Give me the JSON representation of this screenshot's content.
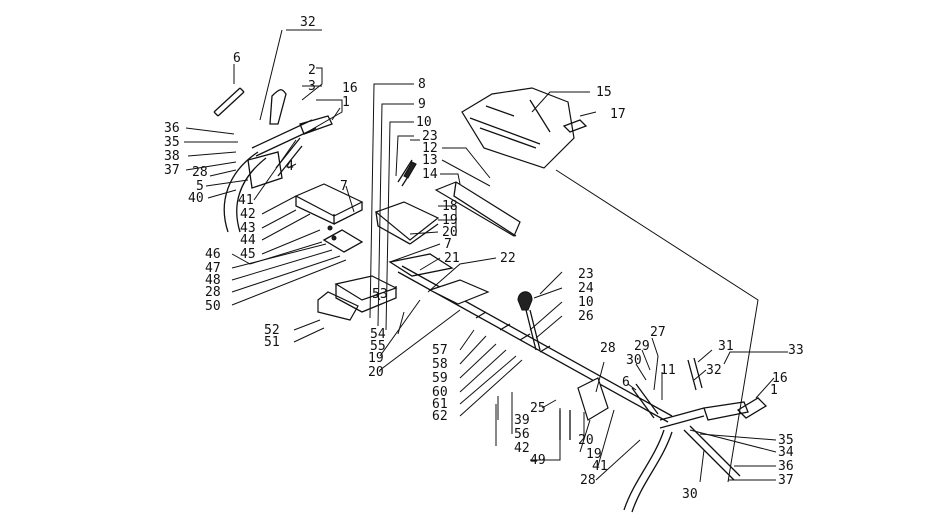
{
  "labels": {
    "l6a": "6",
    "l32a": "32",
    "l2a": "2",
    "l3a": "3",
    "l16a": "16",
    "l1a": "1",
    "l36a": "36",
    "l35a": "35",
    "l38a": "38",
    "l37a": "37",
    "l28a": "28",
    "l5a": "5",
    "l40a": "40",
    "l41a": "41",
    "l4a": "4",
    "l7a": "7",
    "l42a": "42",
    "l43a": "43",
    "l44a": "44",
    "l45a": "45",
    "l46a": "46",
    "l47a": "47",
    "l48a": "48",
    "l28b": "28",
    "l50a": "50",
    "l8a": "8",
    "l9a": "9",
    "l10a": "10",
    "l23a": "23",
    "l12a": "12",
    "l13a": "13",
    "l14a": "14",
    "l18a": "18",
    "l19a": "19",
    "l20a": "20",
    "l7b": "7",
    "l21a": "21",
    "l22a": "22",
    "l15a": "15",
    "l17a": "17",
    "l53a": "53",
    "l52a": "52",
    "l51a": "51",
    "l54a": "54",
    "l55a": "55",
    "l19b": "19",
    "l20b": "20",
    "l57a": "57",
    "l58a": "58",
    "l59a": "59",
    "l60a": "60",
    "l61a": "61",
    "l62a": "62",
    "l23b": "23",
    "l24a": "24",
    "l10b": "10",
    "l26a": "26",
    "l25a": "25",
    "l39a": "39",
    "l56a": "56",
    "l42b": "42",
    "l49a": "49",
    "l28c": "28",
    "l20c": "20",
    "l19c": "19",
    "l41b": "41",
    "l28d": "28",
    "l27a": "27",
    "l29a": "29",
    "l30a": "30",
    "l11a": "11",
    "l6b": "6",
    "l31a": "31",
    "l32b": "32",
    "l33a": "33",
    "l16b": "16",
    "l1b": "1",
    "l35b": "35",
    "l34a": "34",
    "l36b": "36",
    "l37b": "37",
    "l30b": "30"
  }
}
